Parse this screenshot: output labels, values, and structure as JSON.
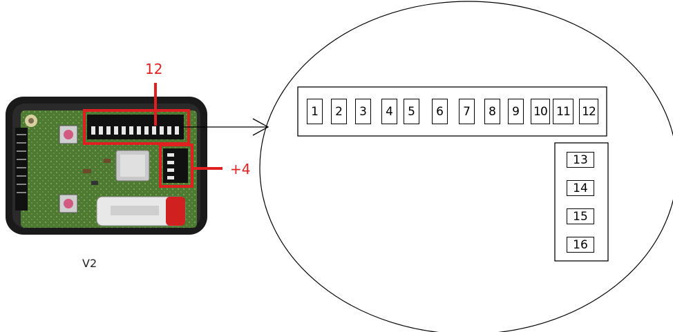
{
  "labels": {
    "dip_count_label": "12",
    "extra_count_label": "+4",
    "version_label": "V2"
  },
  "switches_row": [
    "1",
    "2",
    "3",
    "4",
    "5",
    "6",
    "7",
    "8",
    "9",
    "10",
    "11",
    "12"
  ],
  "switches_column": [
    "13",
    "14",
    "15",
    "16"
  ],
  "colors": {
    "highlight": "#e02020",
    "line": "#000000"
  },
  "icons": [
    "remote-control-photo"
  ]
}
